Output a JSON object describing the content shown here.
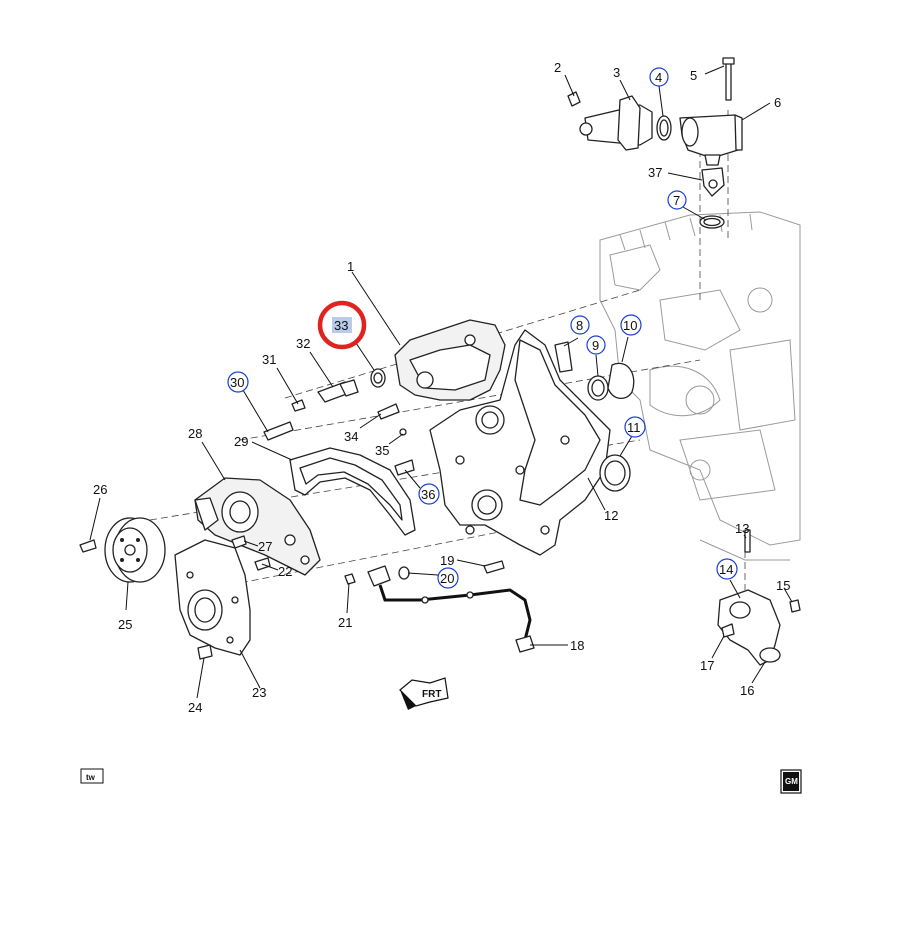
{
  "diagram": {
    "callouts": [
      {
        "id": "1",
        "label": "1",
        "circled": false
      },
      {
        "id": "2",
        "label": "2",
        "circled": false
      },
      {
        "id": "3",
        "label": "3",
        "circled": false
      },
      {
        "id": "4",
        "label": "4",
        "circled": true
      },
      {
        "id": "5",
        "label": "5",
        "circled": false
      },
      {
        "id": "6",
        "label": "6",
        "circled": false
      },
      {
        "id": "7",
        "label": "7",
        "circled": true
      },
      {
        "id": "8",
        "label": "8",
        "circled": true
      },
      {
        "id": "9",
        "label": "9",
        "circled": true
      },
      {
        "id": "10",
        "label": "10",
        "circled": true
      },
      {
        "id": "11",
        "label": "11",
        "circled": true
      },
      {
        "id": "12",
        "label": "12",
        "circled": false
      },
      {
        "id": "13",
        "label": "13",
        "circled": false
      },
      {
        "id": "14",
        "label": "14",
        "circled": true
      },
      {
        "id": "15",
        "label": "15",
        "circled": false
      },
      {
        "id": "16",
        "label": "16",
        "circled": false
      },
      {
        "id": "17",
        "label": "17",
        "circled": false
      },
      {
        "id": "18",
        "label": "18",
        "circled": false
      },
      {
        "id": "19",
        "label": "19",
        "circled": false
      },
      {
        "id": "20",
        "label": "20",
        "circled": true
      },
      {
        "id": "21",
        "label": "21",
        "circled": false
      },
      {
        "id": "22",
        "label": "22",
        "circled": false
      },
      {
        "id": "23",
        "label": "23",
        "circled": false
      },
      {
        "id": "24",
        "label": "24",
        "circled": false
      },
      {
        "id": "25",
        "label": "25",
        "circled": false
      },
      {
        "id": "26",
        "label": "26",
        "circled": false
      },
      {
        "id": "27",
        "label": "27",
        "circled": false
      },
      {
        "id": "28",
        "label": "28",
        "circled": false
      },
      {
        "id": "29",
        "label": "29",
        "circled": false
      },
      {
        "id": "30",
        "label": "30",
        "circled": true
      },
      {
        "id": "31",
        "label": "31",
        "circled": false
      },
      {
        "id": "32",
        "label": "32",
        "circled": false
      },
      {
        "id": "33",
        "label": "33",
        "circled": false,
        "highlighted": true
      },
      {
        "id": "34",
        "label": "34",
        "circled": false
      },
      {
        "id": "35",
        "label": "35",
        "circled": false
      },
      {
        "id": "36",
        "label": "36",
        "circled": true
      },
      {
        "id": "37",
        "label": "37",
        "circled": false
      }
    ],
    "front_arrow_label": "FRT",
    "footer_left_tag": "tw",
    "footer_right_logo": "GM"
  },
  "colors": {
    "ink": "#111111",
    "circled_callout": "#1a3fd4",
    "highlight_fill": "#b8cbe8",
    "annotation_ring": "#e0231f"
  }
}
